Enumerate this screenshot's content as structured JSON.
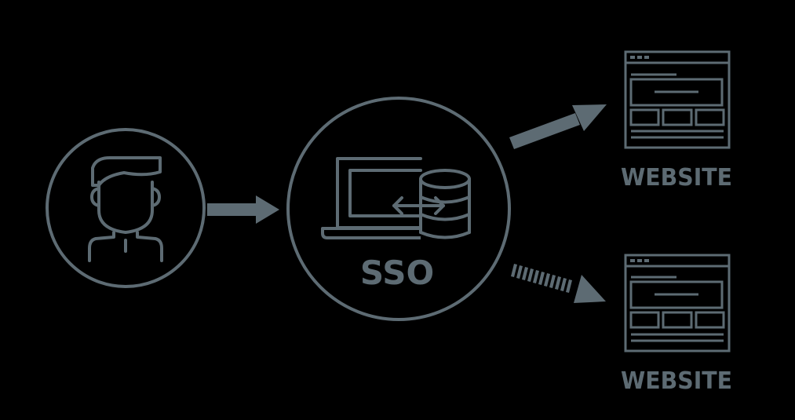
{
  "diagram": {
    "title": "",
    "colors": {
      "background": "#000000",
      "stroke": "#5d6b73"
    },
    "nodes": {
      "user": {
        "icon": "user-icon"
      },
      "sso": {
        "icon": "laptop-database-icon",
        "label": "SSO"
      },
      "website_top": {
        "icon": "webpage-icon",
        "label": "WEBSITE"
      },
      "website_bottom": {
        "icon": "webpage-icon",
        "label": "WEBSITE"
      }
    },
    "edges": [
      {
        "from": "user",
        "to": "sso",
        "style": "solid"
      },
      {
        "from": "sso",
        "to": "website_top",
        "style": "solid"
      },
      {
        "from": "sso",
        "to": "website_bottom",
        "style": "dashed"
      }
    ]
  }
}
